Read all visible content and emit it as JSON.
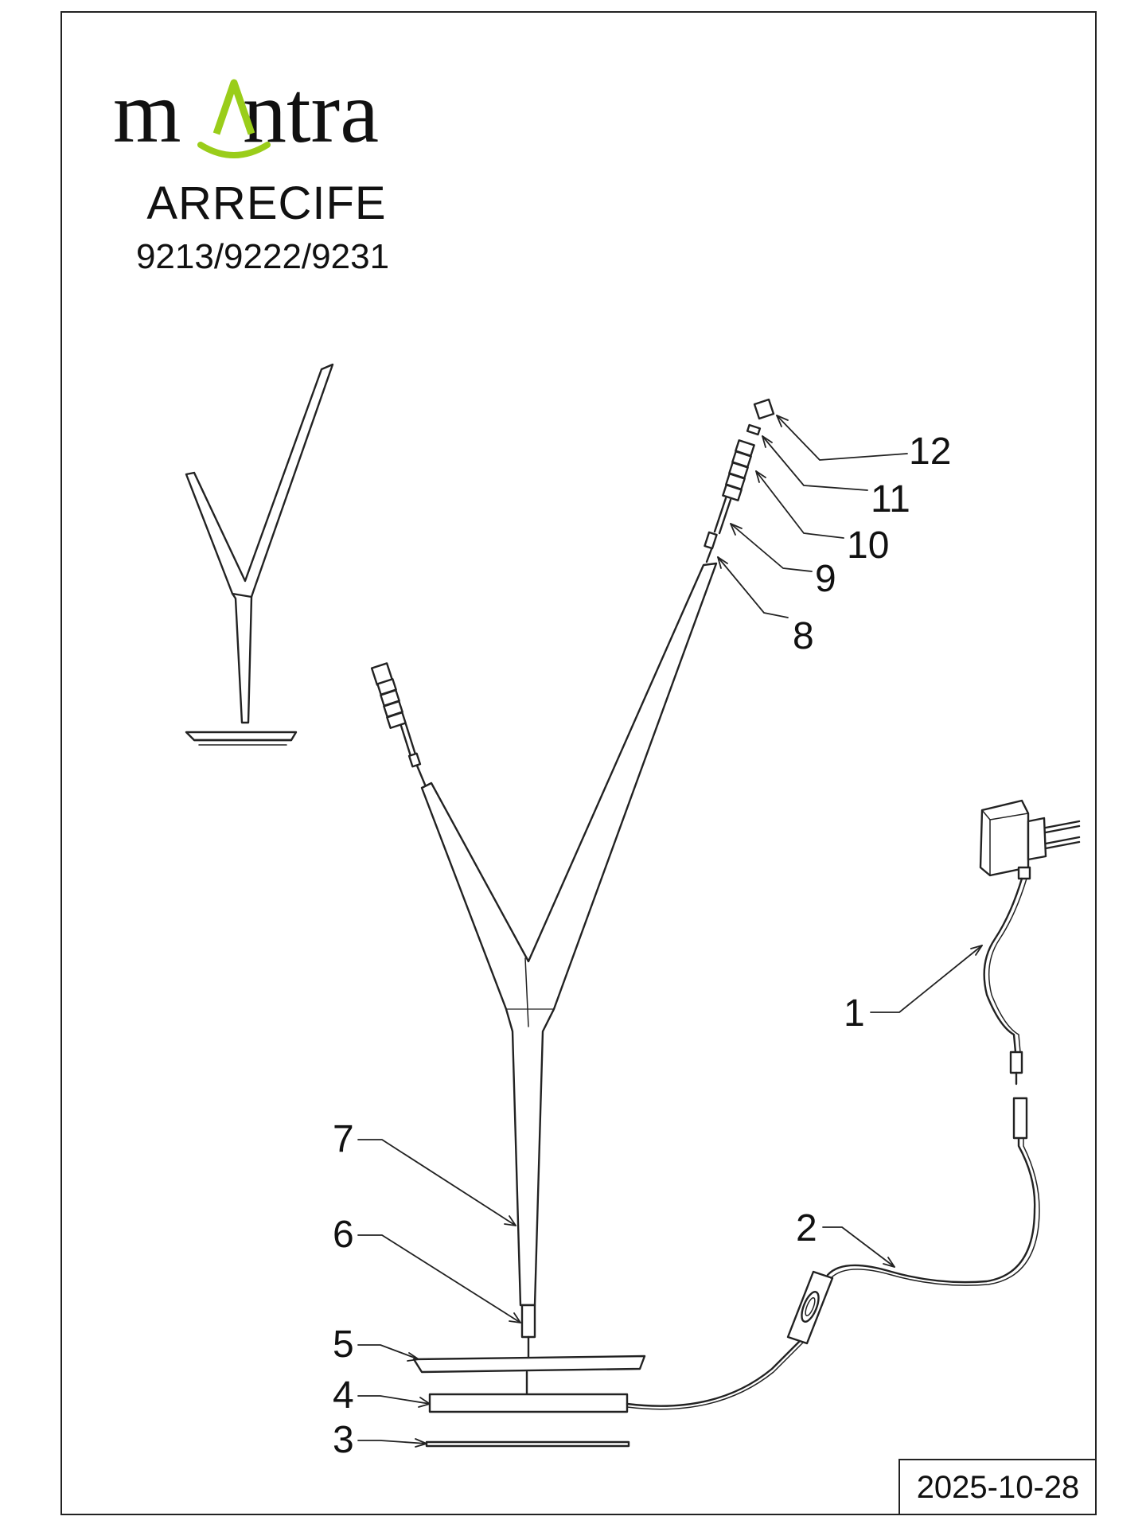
{
  "brand": {
    "name": "mantra",
    "accent_color": "#9acd1a"
  },
  "product": {
    "name": "ARRECIFE",
    "models": "9213/9222/9231"
  },
  "date": "2025-10-28",
  "callouts": {
    "c1": "1",
    "c2": "2",
    "c3": "3",
    "c4": "4",
    "c5": "5",
    "c6": "6",
    "c7": "7",
    "c8": "8",
    "c9": "9",
    "c10": "10",
    "c11": "11",
    "c12": "12"
  }
}
